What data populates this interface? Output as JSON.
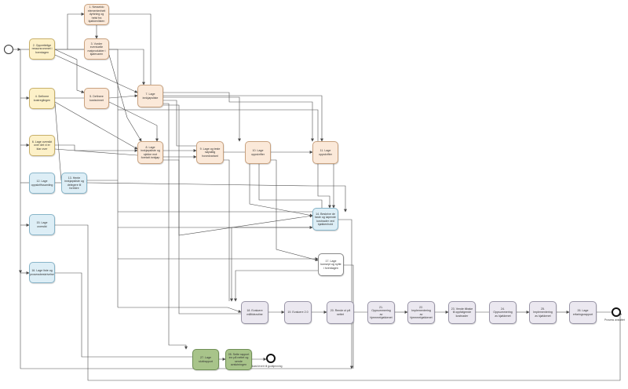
{
  "nodes": [
    {
      "id": "n1",
      "text": "1. Nesseldo elementenheit dyrkning og helst fra kjøkkenlisten"
    },
    {
      "id": "n2",
      "text": "2. Opprettelige ressursrommet i hverdagen"
    },
    {
      "id": "n3",
      "text": "3. Vurder eventuelle matprodukter i kjølevaren"
    },
    {
      "id": "n4",
      "text": "4. Definere kostreglingen"
    },
    {
      "id": "n5",
      "text": "5. Definere kostsvinnet"
    },
    {
      "id": "n6",
      "text": "6. Lage oversikt over det vi er klar over"
    },
    {
      "id": "n7",
      "text": "7. Lage innkjøpsliste"
    },
    {
      "id": "n8",
      "text": "8. Lage innkjøpsliste og sjekke mot foretatt innkjøp"
    },
    {
      "id": "n9",
      "text": "9. Lage og teste nøyaktig hovedvariant"
    },
    {
      "id": "n10",
      "text": "10. Lage oppskrifter"
    },
    {
      "id": "n11",
      "text": "11. Lage oppskrifter"
    },
    {
      "id": "n12",
      "text": "12. Lage oppskriftssamling"
    },
    {
      "id": "n13",
      "text": "13. Hente innkjøpsliste og delegere til foreldre"
    },
    {
      "id": "n14",
      "text": "14. Beskrive de faste og løpende kostnader ved kjøkkenhold"
    },
    {
      "id": "n15",
      "text": "15. Lage oversikt"
    },
    {
      "id": "n16",
      "text": "16. Lage liste og prosessbeskrivelse"
    },
    {
      "id": "n17",
      "text": "17. Lage konsept og nytte i hverdagen"
    },
    {
      "id": "n18",
      "text": "18. Evaluere måltidsrutine"
    },
    {
      "id": "n19",
      "text": "19. Evaluere 2.0"
    },
    {
      "id": "n20",
      "text": "20. Rende ut på nettet"
    },
    {
      "id": "n21",
      "text": "21. Oppsummering av hjemmekjøkkenet"
    },
    {
      "id": "n22",
      "text": "22. Implementering av hjemmekjøkkenet"
    },
    {
      "id": "n23",
      "text": "23. Vende tilbake til oppfølgende kostnader"
    },
    {
      "id": "n24",
      "text": "24. Oppsummering av kjøkkenet"
    },
    {
      "id": "n25",
      "text": "25. Implementering av kjøkkenet"
    },
    {
      "id": "n26",
      "text": "26. Lage erfaringsrapport"
    },
    {
      "id": "n27",
      "text": "27. Lage sluttrapport"
    },
    {
      "id": "n28",
      "text": "28. Sette rapport inn på nettet og sende avslutningen"
    }
  ],
  "end_labels": {
    "main": "Prosess avsluttet",
    "report": "Utkast levert til godkjenning"
  }
}
